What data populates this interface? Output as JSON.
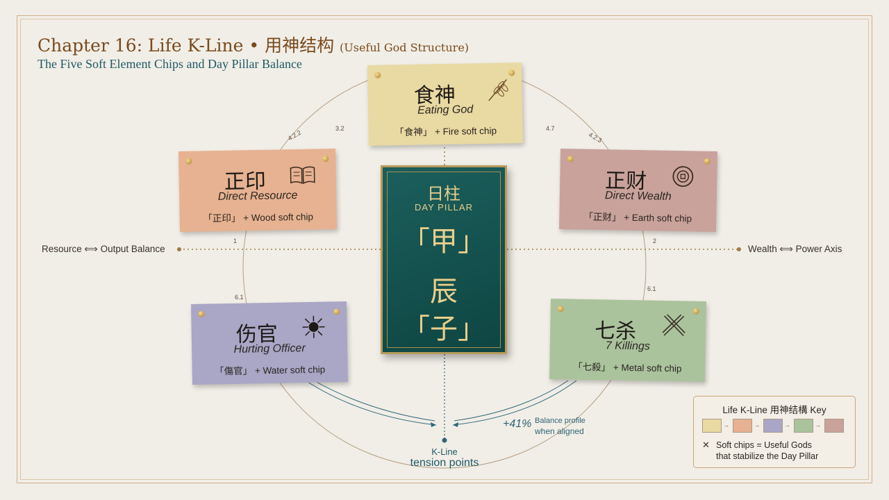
{
  "header": {
    "title": "Chapter 16: Life K-Line • 用神结构",
    "title_note": "(Useful God Structure)",
    "subtitle": "The Five Soft Element Chips and Day Pillar Balance"
  },
  "cards": {
    "eating_god": {
      "zh": "食神",
      "en": "Eating God",
      "chip": "「食神」 + Fire soft chip",
      "color": "#e9d9a2"
    },
    "direct_resource": {
      "zh": "正印",
      "en": "Direct Resource",
      "chip": "「正印」 + Wood soft chip",
      "color": "#e7b291"
    },
    "direct_wealth": {
      "zh": "正财",
      "en": "Direct Wealth",
      "chip": "「正财」 + Earth soft chip",
      "color": "#c9a29c"
    },
    "hurting_officer": {
      "zh": "伤官",
      "en": "Hurting Officer",
      "chip": "「傷官」 + Water soft chip",
      "color": "#a9a6c6"
    },
    "seven_killings": {
      "zh": "七杀",
      "en": "7 Killings",
      "chip": "「七殺」 + Metal soft chip",
      "color": "#abc39d"
    }
  },
  "day_pillar": {
    "zh": "日柱",
    "en": "DAY PILLAR",
    "stem": "「甲」",
    "branch1": "辰",
    "branch2": "「子」"
  },
  "axes": {
    "left": "Resource ⟺ Output Balance",
    "right": "Wealth ⟺ Power Axis"
  },
  "numbers": {
    "n1": "4.2.2",
    "n2": "3.2",
    "n3": "4.7",
    "n4": "4.2.3",
    "n5": "1",
    "n6": "2",
    "n7": "6.1",
    "n8": "6.1"
  },
  "kline": {
    "label1": "K-Line",
    "label2": "tension points"
  },
  "annotation": {
    "percent": "+41%",
    "line1": "Balance profile",
    "line2": "when aligned"
  },
  "key": {
    "title": "Life K-Line 用神结構 Key",
    "note_line1": "Soft chips = Useful Gods",
    "note_line2": "that stabilize the Day Pillar",
    "swatches": [
      "#e9d9a2",
      "#e7b291",
      "#a9a6c6",
      "#abc39d",
      "#c9a29c"
    ]
  }
}
